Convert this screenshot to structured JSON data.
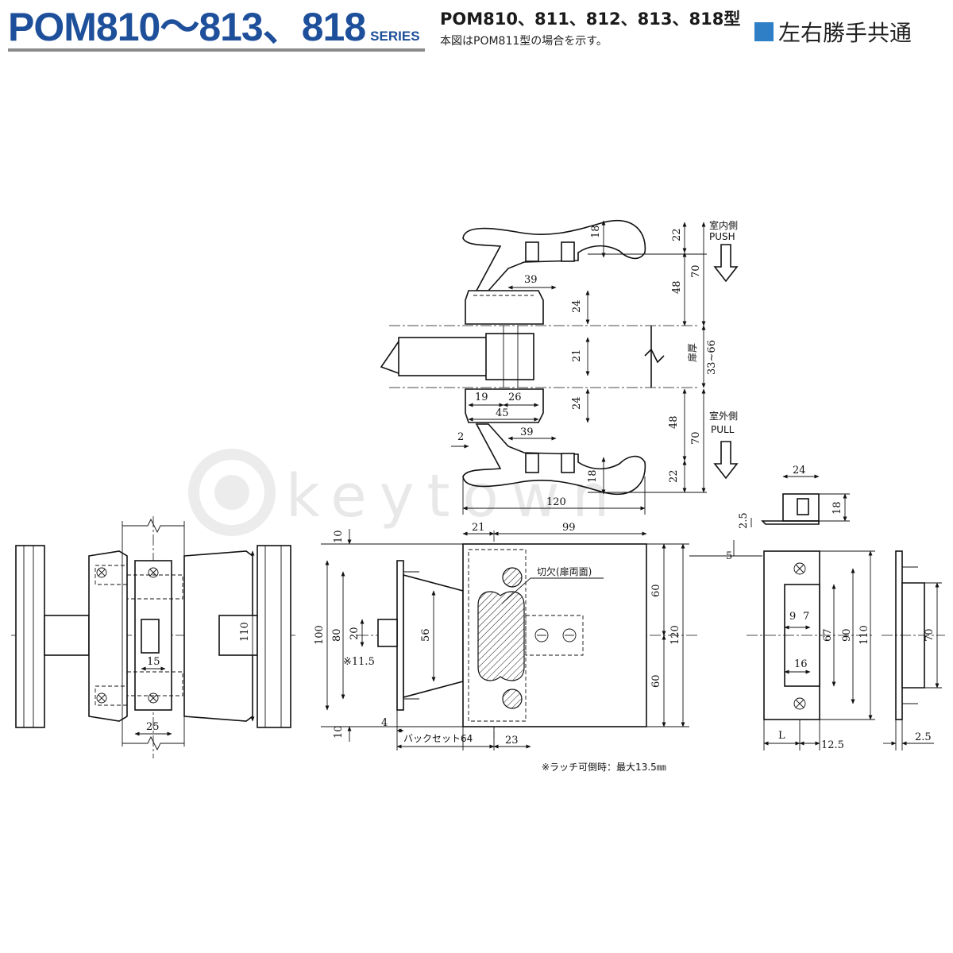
{
  "header": {
    "title": "POM810～813、818",
    "series": "SERIES",
    "models": "POM810、811、812、813、818型",
    "note": "本図はPOM811型の場合を示す。",
    "badge": "左右勝手共通",
    "badge_color": "#2f7fc7",
    "title_color": "#1d4f9a"
  },
  "watermark": "keytown",
  "top_view": {
    "inside_label": "室内側",
    "push_label": "PUSH",
    "outside_label": "室外側",
    "pull_label": "PULL",
    "door_thickness_label": "扉厚",
    "door_thickness": "33~66",
    "dims": {
      "grip_top": "18",
      "d22_top": "22",
      "d70_top": "70",
      "d48_top": "48",
      "d39_top": "39",
      "d24_top": "24",
      "d21": "21",
      "d19": "19",
      "d26": "26",
      "d45": "45",
      "d24_bot": "24",
      "d48_bot": "48",
      "d70_bot": "70",
      "d39_bot": "39",
      "d2": "2",
      "grip_bot": "18",
      "d22_bot": "22",
      "d120": "120"
    }
  },
  "front_view": {
    "dims": {
      "d15": "15",
      "d25": "25",
      "d110": "110"
    }
  },
  "side_view": {
    "cutout_label": "切欠(扉両面)",
    "backset_label": "バックセット64",
    "footnote": "※ラッチ可倒時：最大13.5㎜",
    "dims": {
      "d21": "21",
      "d99": "99",
      "d10_top": "10",
      "d100": "100",
      "d80": "80",
      "d20": "20",
      "d11_5": "※11.5",
      "d56": "56",
      "d60_top": "60",
      "d120": "120",
      "d60_bot": "60",
      "d10_bot": "10",
      "d4": "4",
      "d23": "23",
      "d5": "5"
    }
  },
  "strike": {
    "dims": {
      "d24": "24",
      "d18": "18",
      "d2_5_top": "2.5",
      "d9": "9",
      "d7": "7",
      "d67": "67",
      "d90": "90",
      "d110": "110",
      "d16": "16",
      "L": "L",
      "d12_5": "12.5",
      "d70": "70",
      "d2_5_bot": "2.5"
    }
  }
}
